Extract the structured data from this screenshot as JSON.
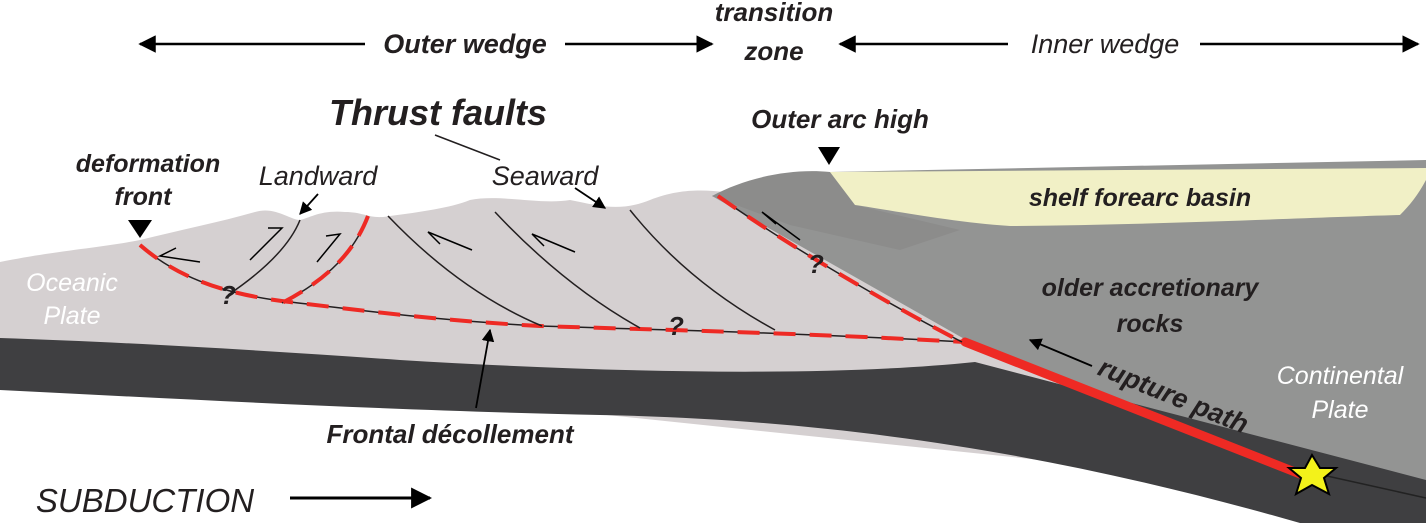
{
  "header": {
    "outer_wedge": "Outer wedge",
    "transition_line1": "transition",
    "transition_line2": "zone",
    "inner_wedge": "Inner wedge"
  },
  "labels": {
    "thrust_faults": "Thrust faults",
    "landward": "Landward",
    "seaward": "Seaward",
    "outer_arc_high": "Outer arc high",
    "deformation_line1": "deformation",
    "deformation_line2": "front",
    "shelf_forearc_basin": "shelf forearc basin",
    "older_line1": "older accretionary",
    "older_line2": "rocks",
    "oceanic_line1": "Oceanic",
    "oceanic_line2": "Plate",
    "continental_line1": "Continental",
    "continental_line2": "Plate",
    "rupture_path": "rupture path",
    "frontal_decollement": "Frontal décollement",
    "question_mark": "?",
    "subduction": "SUBDUCTION"
  },
  "colors": {
    "wedge_fill": "#d5d0d1",
    "old_rocks": "#939493",
    "outer_arc_high": "#8c8c8b",
    "basin": "#f1f0c6",
    "plate": "#3f3f41",
    "fault_red": "#ee2a24",
    "star": "#f3f21a"
  }
}
